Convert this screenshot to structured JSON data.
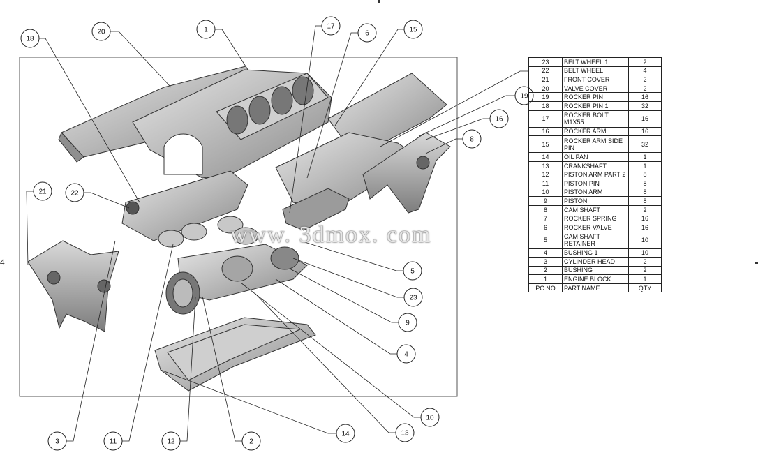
{
  "watermark": "www. 3dmox. com",
  "callouts": [
    "18",
    "20",
    "1",
    "17",
    "6",
    "15",
    "19",
    "16",
    "8",
    "21",
    "22",
    "5",
    "23",
    "9",
    "4",
    "10",
    "14",
    "13",
    "3",
    "11",
    "12",
    "2"
  ],
  "parts_list": {
    "header": {
      "no": "PC NO",
      "name": "PART NAME",
      "qty": "QTY"
    },
    "rows": [
      {
        "no": "23",
        "name": "BELT WHEEL 1",
        "qty": "2"
      },
      {
        "no": "22",
        "name": "BELT WHEEL",
        "qty": "4"
      },
      {
        "no": "21",
        "name": "FRONT COVER",
        "qty": "2"
      },
      {
        "no": "20",
        "name": "VALVE COVER",
        "qty": "2"
      },
      {
        "no": "19",
        "name": "ROCKER PIN",
        "qty": "16"
      },
      {
        "no": "18",
        "name": "ROCKER PIN 1",
        "qty": "32"
      },
      {
        "no": "17",
        "name": "ROCKER BOLT M1X55",
        "qty": "16"
      },
      {
        "no": "16",
        "name": "ROCKER ARM",
        "qty": "16"
      },
      {
        "no": "15",
        "name": "ROCKER ARM SIDE PIN",
        "qty": "32"
      },
      {
        "no": "14",
        "name": "OIL PAN",
        "qty": "1"
      },
      {
        "no": "13",
        "name": "CRANKSHAFT",
        "qty": "1"
      },
      {
        "no": "12",
        "name": "PISTON ARM PART 2",
        "qty": "8"
      },
      {
        "no": "11",
        "name": "PISTON PIN",
        "qty": "8"
      },
      {
        "no": "10",
        "name": "PISTON ARM",
        "qty": "8"
      },
      {
        "no": "9",
        "name": "PISTON",
        "qty": "8"
      },
      {
        "no": "8",
        "name": "CAM SHAFT",
        "qty": "2"
      },
      {
        "no": "7",
        "name": "ROCKER SPRING",
        "qty": "16"
      },
      {
        "no": "6",
        "name": "ROCKER VALVE",
        "qty": "16"
      },
      {
        "no": "5",
        "name": "CAM SHAFT RETAINER",
        "qty": "10"
      },
      {
        "no": "4",
        "name": "BUSHING 1",
        "qty": "10"
      },
      {
        "no": "3",
        "name": "CYLINDER HEAD",
        "qty": "2"
      },
      {
        "no": "2",
        "name": "BUSHING",
        "qty": "2"
      },
      {
        "no": "1",
        "name": "ENGINE BLOCK",
        "qty": "1"
      }
    ]
  }
}
